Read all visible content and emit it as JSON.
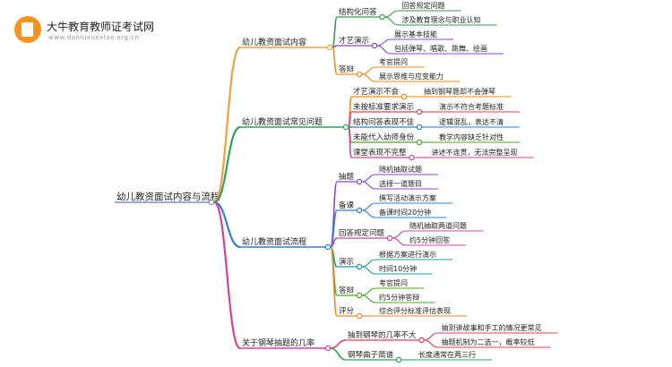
{
  "logo": {
    "name": "大牛教育教师证考试网",
    "url": "www.daniuxuexiao.org.cn"
  },
  "root": "幼儿教资面试内容与流程",
  "branches": [
    {
      "label": "幼儿教资面试内容",
      "color": "#f0a03c",
      "children": [
        {
          "label": "结构化问答",
          "color": "#3a9a4a",
          "children": [
            "回答规定问题",
            "涉及教育理念与职业认知"
          ]
        },
        {
          "label": "才艺演示",
          "color": "#8a48c8",
          "children": [
            "展示基本技能",
            "包括弹琴、唱歌、跳舞、绘画"
          ]
        },
        {
          "label": "答辩",
          "color": "#f28a1c",
          "children": [
            "考官提问",
            "展示思维与应变能力"
          ]
        }
      ]
    },
    {
      "label": "幼儿教资面试常见问题",
      "color": "#2ea35a",
      "children": [
        {
          "label": "才艺演示不会",
          "color": "#f28a1c",
          "children": [
            "抽到钢琴题却不会弹琴"
          ]
        },
        {
          "label": "未按标准要求演示",
          "color": "#e0405a",
          "children": [
            "演示不符合考题标准"
          ]
        },
        {
          "label": "结构问答表现不佳",
          "color": "#2e7fd0",
          "children": [
            "逻辑混乱，表达不清"
          ]
        },
        {
          "label": "未能代入幼师身份",
          "color": "#48a820",
          "children": [
            "教学内容缺乏针对性"
          ]
        },
        {
          "label": "课堂表现不完整",
          "color": "#d8409a",
          "children": [
            "讲述不连贯，无法完整呈现"
          ]
        }
      ]
    },
    {
      "label": "幼儿教资面试流程",
      "color": "#2e7fd0",
      "children": [
        {
          "label": "抽题",
          "color": "#8a48c8",
          "children": [
            "随机抽取试题",
            "选择一道题目"
          ]
        },
        {
          "label": "备课",
          "color": "#2e7fd0",
          "children": [
            "撰写活动演示方案",
            "备课时间20分钟"
          ]
        },
        {
          "label": "回答规定问题",
          "color": "#d8409a",
          "children": [
            "随机抽取两道问题",
            "约5分钟回答"
          ]
        },
        {
          "label": "演示",
          "color": "#1a9aa0",
          "children": [
            "根据方案进行演示",
            "时间10分钟"
          ]
        },
        {
          "label": "答辩",
          "color": "#48a820",
          "children": [
            "考官提问",
            "约5分钟答辩"
          ]
        },
        {
          "label": "评分",
          "color": "#f28a1c",
          "children": [
            "综合评分标准评估表现"
          ]
        }
      ]
    },
    {
      "label": "关于钢琴抽题的几率",
      "color": "#d8409a",
      "children": [
        {
          "label": "抽到钢琴的几率不大",
          "color": "#e0405a",
          "children": [
            "抽到讲故事和手工的情况更常见",
            "抽题机制为二选一，概率较低"
          ]
        },
        {
          "label": "钢琴曲子简谱",
          "color": "#2ea35a",
          "children": [
            "长度通常在两三行"
          ]
        }
      ]
    }
  ]
}
